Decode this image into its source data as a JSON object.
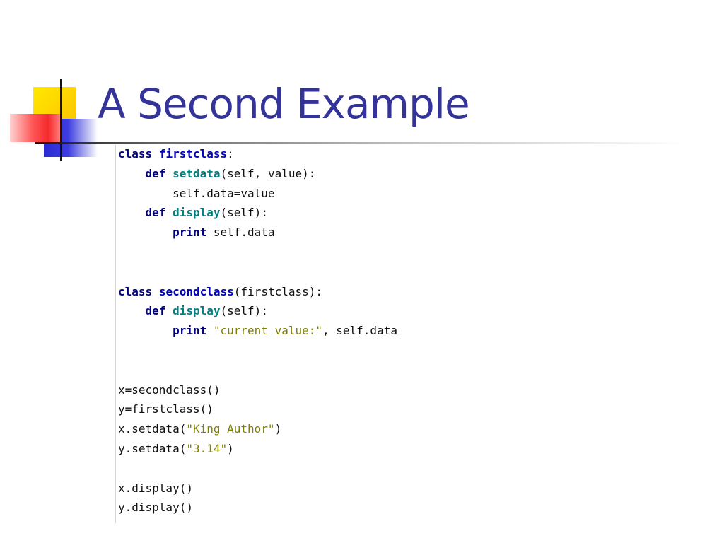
{
  "slide": {
    "title": "A Second Example"
  },
  "code": [
    {
      "indent": "",
      "parts": [
        {
          "t": "kw",
          "s": "class"
        },
        {
          "t": "",
          "s": " "
        },
        {
          "t": "nm",
          "s": "firstclass"
        },
        {
          "t": "",
          "s": ":"
        }
      ]
    },
    {
      "indent": "    ",
      "parts": [
        {
          "t": "kw",
          "s": "def"
        },
        {
          "t": "",
          "s": " "
        },
        {
          "t": "fn",
          "s": "setdata"
        },
        {
          "t": "",
          "s": "(self, value):"
        }
      ]
    },
    {
      "indent": "        ",
      "parts": [
        {
          "t": "",
          "s": "self.data=value"
        }
      ]
    },
    {
      "indent": "    ",
      "parts": [
        {
          "t": "kw",
          "s": "def"
        },
        {
          "t": "",
          "s": " "
        },
        {
          "t": "fn",
          "s": "display"
        },
        {
          "t": "",
          "s": "(self):"
        }
      ]
    },
    {
      "indent": "        ",
      "parts": [
        {
          "t": "kw",
          "s": "print"
        },
        {
          "t": "",
          "s": " self.data"
        }
      ]
    },
    {
      "indent": "",
      "parts": []
    },
    {
      "indent": "",
      "parts": []
    },
    {
      "indent": "",
      "parts": [
        {
          "t": "kw",
          "s": "class"
        },
        {
          "t": "",
          "s": " "
        },
        {
          "t": "nm",
          "s": "secondclass"
        },
        {
          "t": "",
          "s": "(firstclass):"
        }
      ]
    },
    {
      "indent": "    ",
      "parts": [
        {
          "t": "kw",
          "s": "def"
        },
        {
          "t": "",
          "s": " "
        },
        {
          "t": "fn",
          "s": "display"
        },
        {
          "t": "",
          "s": "(self):"
        }
      ]
    },
    {
      "indent": "        ",
      "parts": [
        {
          "t": "kw",
          "s": "print"
        },
        {
          "t": "",
          "s": " "
        },
        {
          "t": "st",
          "s": "\"current value:\""
        },
        {
          "t": "",
          "s": ", self.data"
        }
      ]
    },
    {
      "indent": "",
      "parts": []
    },
    {
      "indent": "",
      "parts": []
    },
    {
      "indent": "",
      "parts": [
        {
          "t": "",
          "s": "x=secondclass()"
        }
      ]
    },
    {
      "indent": "",
      "parts": [
        {
          "t": "",
          "s": "y=firstclass()"
        }
      ]
    },
    {
      "indent": "",
      "parts": [
        {
          "t": "",
          "s": "x.setdata("
        },
        {
          "t": "st",
          "s": "\"King Author\""
        },
        {
          "t": "",
          "s": ")"
        }
      ]
    },
    {
      "indent": "",
      "parts": [
        {
          "t": "",
          "s": "y.setdata("
        },
        {
          "t": "st",
          "s": "\"3.14\""
        },
        {
          "t": "",
          "s": ")"
        }
      ]
    },
    {
      "indent": "",
      "parts": []
    },
    {
      "indent": "",
      "parts": [
        {
          "t": "",
          "s": "x.display()"
        }
      ]
    },
    {
      "indent": "",
      "parts": [
        {
          "t": "",
          "s": "y.display()"
        }
      ]
    }
  ],
  "colors": {
    "title": "#33339a",
    "keyword": "#000080",
    "class_name": "#0000c0",
    "function_name": "#008080",
    "string": "#808000",
    "text": "#101010"
  }
}
